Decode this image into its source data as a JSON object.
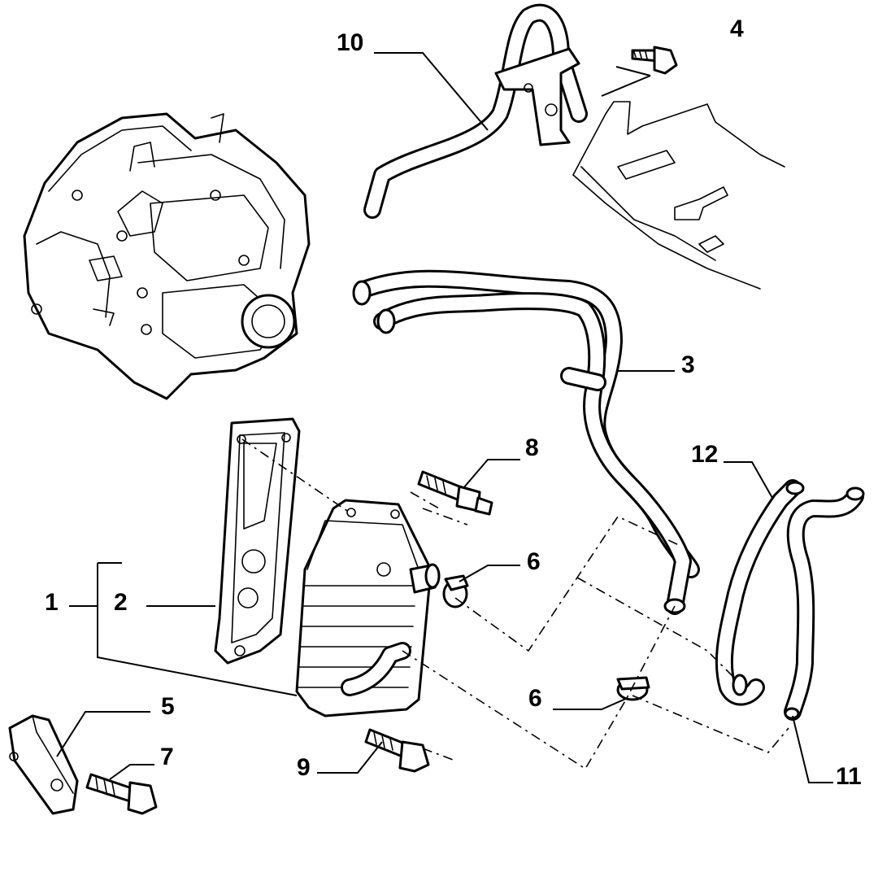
{
  "callouts": {
    "c1": "1",
    "c2": "2",
    "c3": "3",
    "c4": "4",
    "c5": "5",
    "c6a": "6",
    "c6b": "6",
    "c7": "7",
    "c8": "8",
    "c9": "9",
    "c10": "10",
    "c11": "11",
    "c12": "12"
  },
  "colors": {
    "line": "#000000",
    "background": "#ffffff"
  }
}
